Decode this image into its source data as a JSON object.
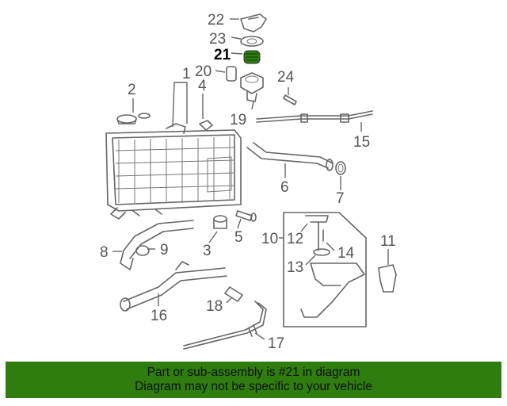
{
  "diagram": {
    "highlight_part": "21",
    "highlight_color": "#2e7d0e",
    "callouts": {
      "c1": "1",
      "c2": "2",
      "c3": "3",
      "c4": "4",
      "c5": "5",
      "c6": "6",
      "c7": "7",
      "c8": "8",
      "c9": "9",
      "c10": "10",
      "c11": "11",
      "c12": "12",
      "c13": "13",
      "c14": "14",
      "c15": "15",
      "c16": "16",
      "c17": "17",
      "c18": "18",
      "c19": "19",
      "c20": "20",
      "c21": "21",
      "c22": "22",
      "c23": "23",
      "c24": "24"
    }
  },
  "banner": {
    "line1": "Part or sub-assembly is #21 in diagram",
    "line2": "Diagram may not be specific to your vehicle",
    "background": "#2e7d0e"
  }
}
